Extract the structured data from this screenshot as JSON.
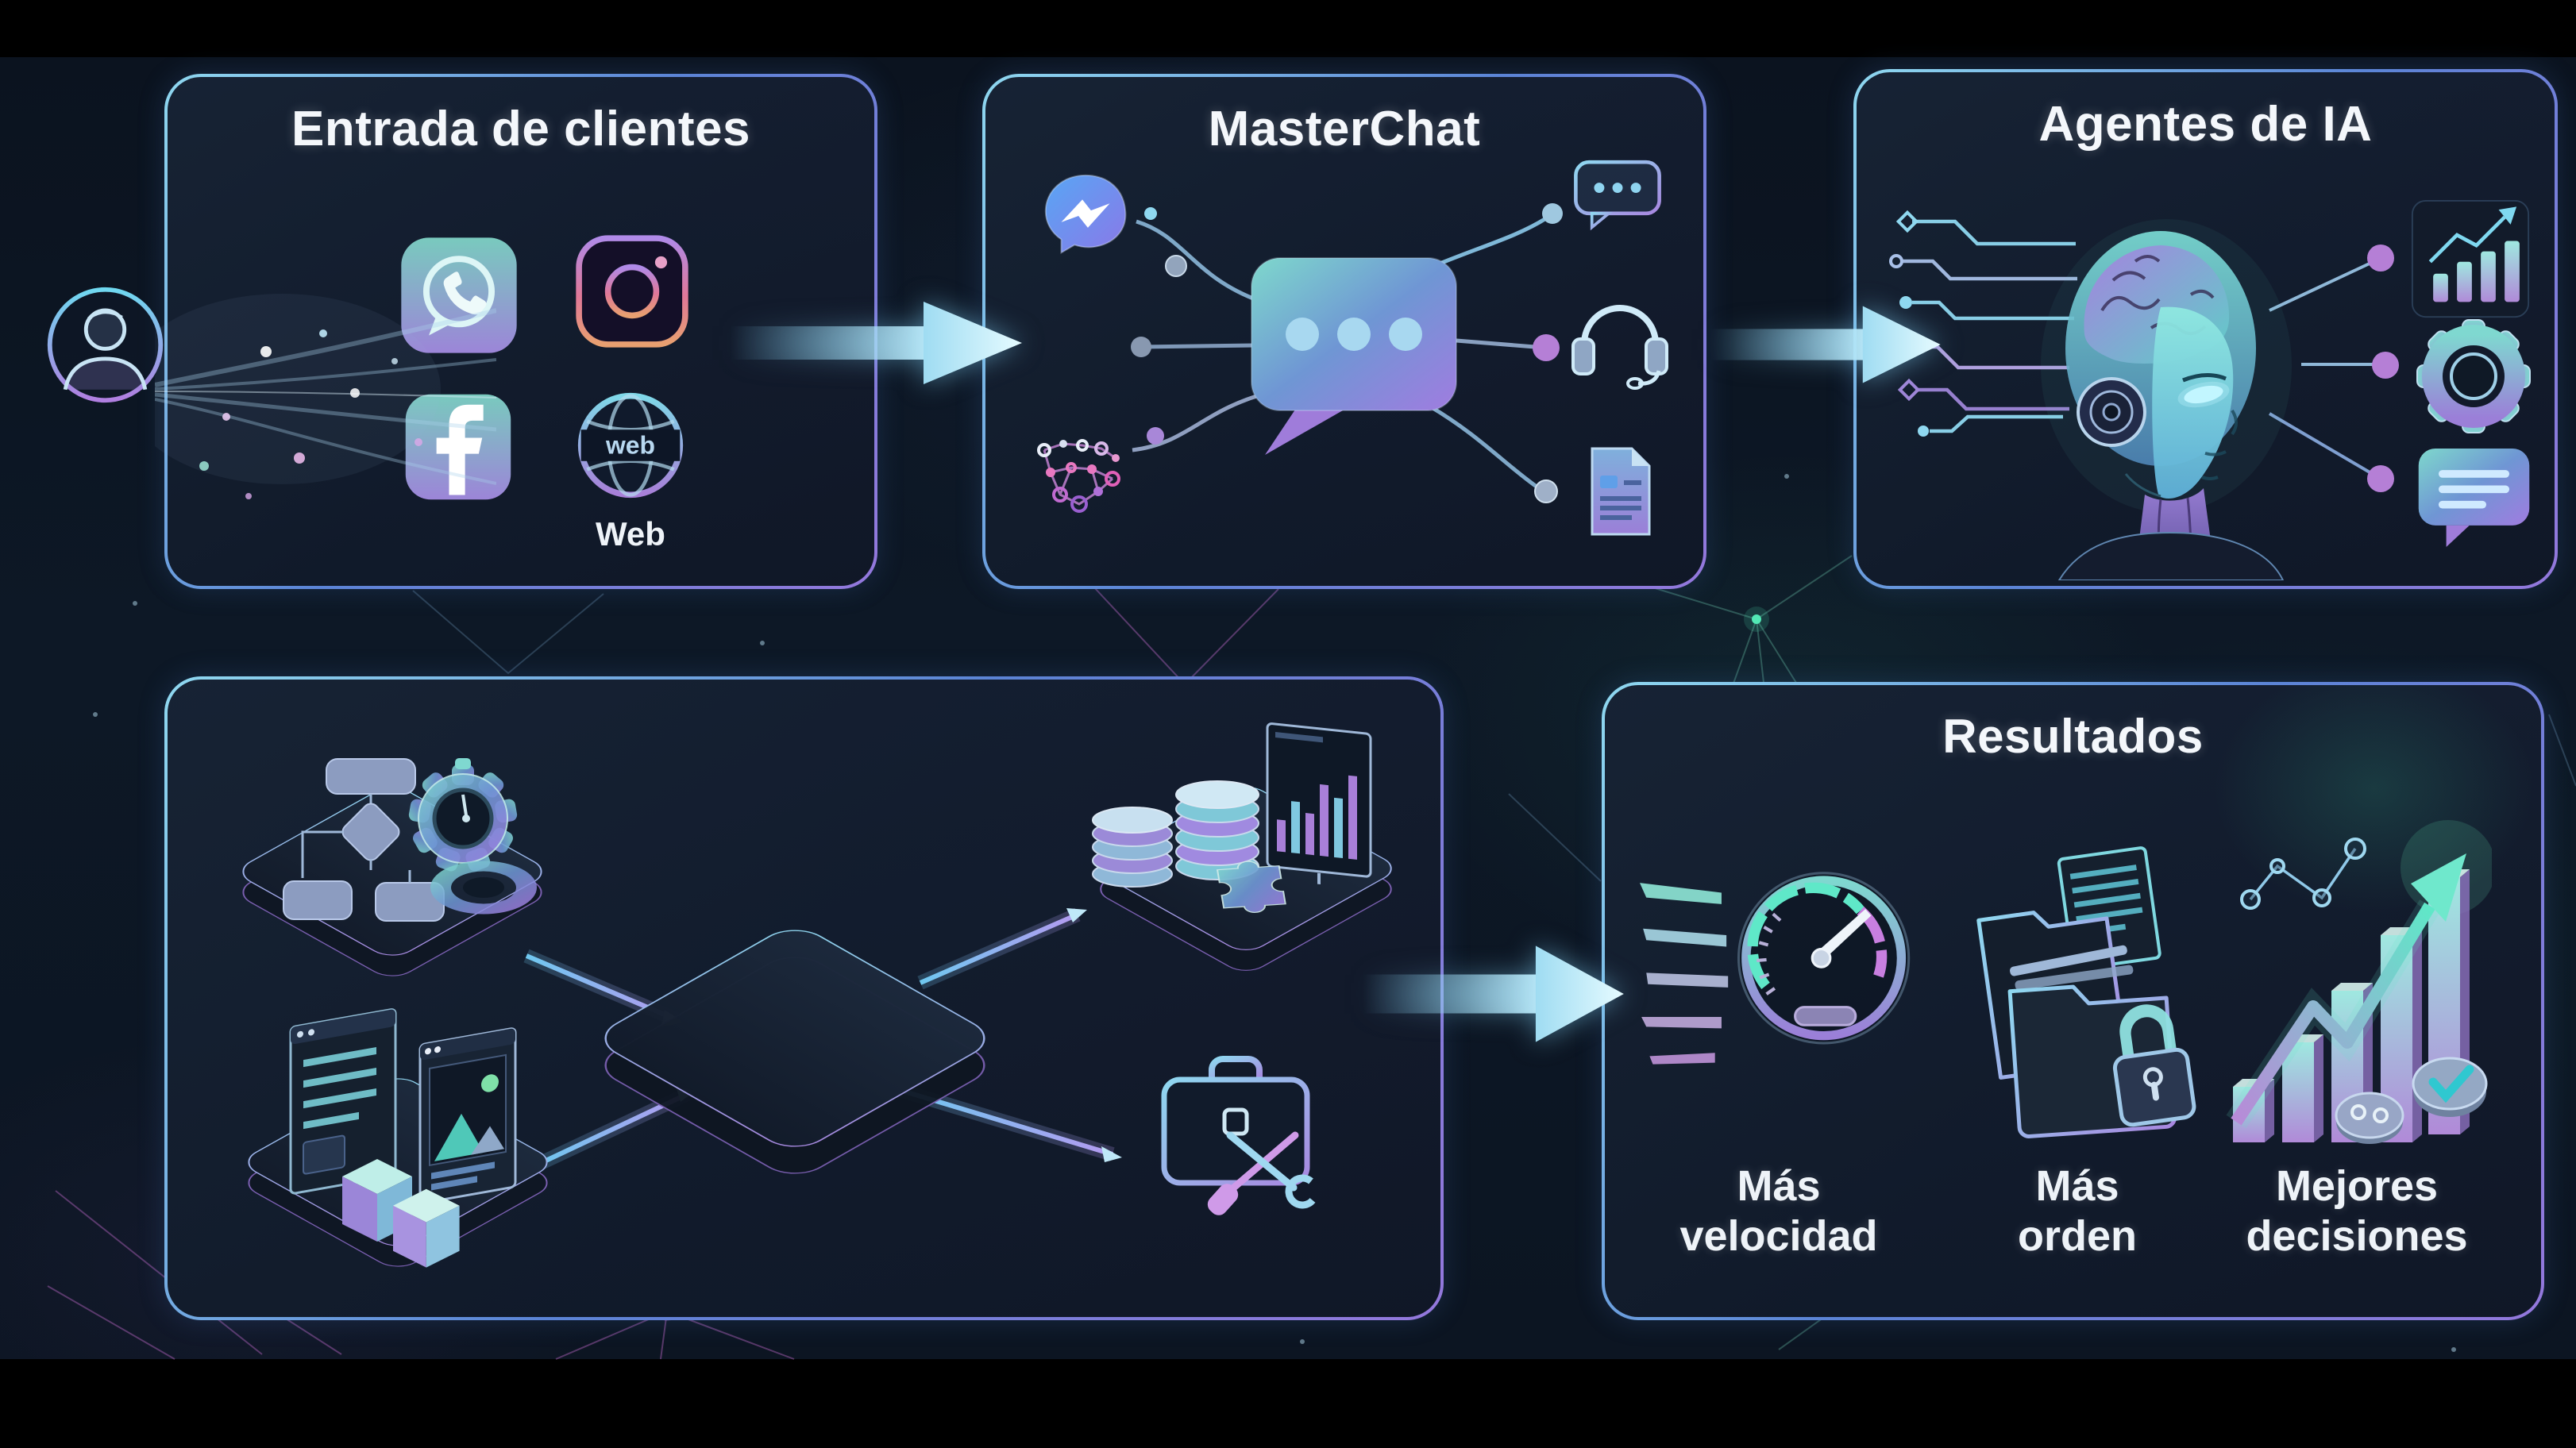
{
  "background": {
    "letterbox_color": "#000000",
    "canvas_color": "#0d1726"
  },
  "accents": {
    "cyan": "#8fd8f0",
    "blue": "#5b84d6",
    "purple": "#9478dc",
    "green_glow": "#4fe8b0",
    "pink": "#e878c0",
    "arrow": "#aee4f6"
  },
  "avatar": {
    "name": "customer"
  },
  "panels": {
    "entrada": {
      "title": "Entrada de clientes",
      "channels": [
        {
          "name": "whatsapp"
        },
        {
          "name": "instagram"
        },
        {
          "name": "facebook"
        },
        {
          "name": "web",
          "icon_text": "web",
          "label": "Web"
        }
      ]
    },
    "masterchat": {
      "title": "MasterChat",
      "sources": [
        "messenger",
        "integrations-network"
      ],
      "destinations": [
        "chat",
        "support-headset",
        "documents"
      ]
    },
    "agentes": {
      "title": "Agentes de IA",
      "capabilities": [
        "analytics",
        "automation-gear",
        "conversation"
      ]
    },
    "automation": {
      "platforms": [
        "workflow-gears",
        "web-content",
        "finance-analytics",
        "hub"
      ],
      "extras": [
        "briefcase-tools"
      ]
    },
    "resultados": {
      "title": "Resultados",
      "items": [
        {
          "icon": "speedometer",
          "line1": "Más",
          "line2": "velocidad"
        },
        {
          "icon": "folders-lock",
          "line1": "Más",
          "line2": "orden"
        },
        {
          "icon": "growth-chart",
          "line1": "Mejores",
          "line2": "decisiones"
        }
      ]
    }
  }
}
